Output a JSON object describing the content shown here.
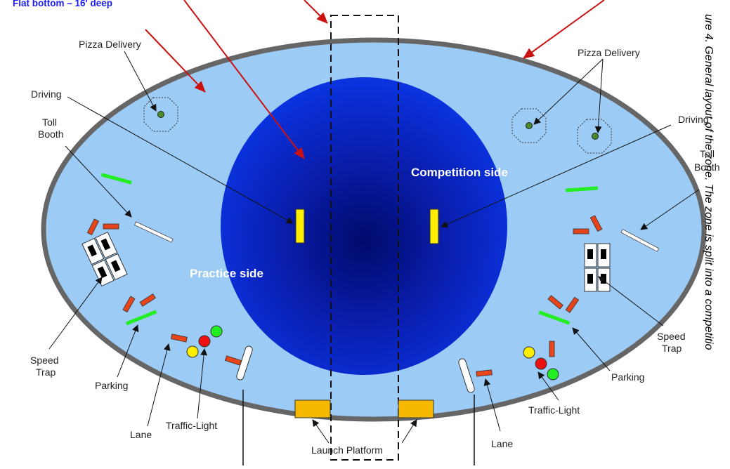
{
  "header": {
    "text": "Flat bottom – 16' deep"
  },
  "caption_fragment": {
    "text": "ure 4. General layout of the zone. The zone is split into a competitio"
  },
  "sides": {
    "practice": "Practice side",
    "competition": "Competition side"
  },
  "labels": {
    "pizza_left": "Pizza Delivery",
    "pizza_right": "Pizza Delivery",
    "driving_left": "Driving",
    "driving_right": "Driving",
    "toll_left": [
      "Toll",
      "Booth"
    ],
    "toll_right": [
      "Toll",
      "Booth"
    ],
    "speed_left": [
      "Speed",
      "Trap"
    ],
    "speed_right": [
      "Speed",
      "Trap"
    ],
    "parking_left": "Parking",
    "parking_right": "Parking",
    "lane_left": "Lane",
    "lane_right": "Lane",
    "traffic_left": "Traffic-Light",
    "traffic_right": "Traffic-Light",
    "launch": "Launch Platform"
  },
  "colors": {
    "pool_outer": "#9ccbf5",
    "pool_rim": "#666666",
    "deep_center": "#001080",
    "deep_edge": "#0a2fd8",
    "annotation_red": "#cc1111",
    "marker_yellow": "#ffee00",
    "marker_green": "#22ee22",
    "marker_red": "#e8441c",
    "platform_orange": "#f7b800",
    "header_blue": "#1a1aff"
  },
  "icons": [
    "pizza-target-icon",
    "driving-gate-icon",
    "traffic-light-icon",
    "speed-trap-icon"
  ]
}
